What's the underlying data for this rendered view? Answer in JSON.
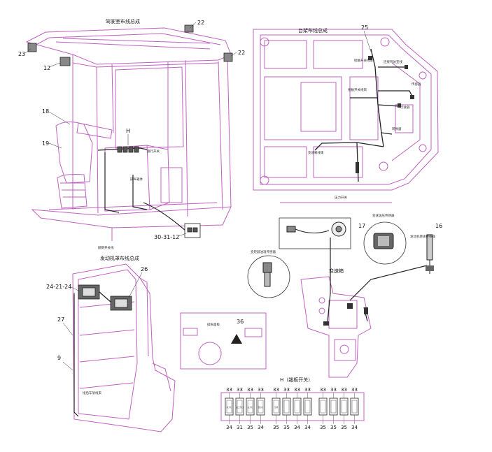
{
  "titles": {
    "cab": "驾驶室布线总成",
    "frame": "台架布线总成",
    "engine_hood": "发动机罩布线总成",
    "transmission": "变速箱",
    "dash_panel": "操纵面板",
    "switch_panel": "H（翘板开关）"
  },
  "callouts": {
    "c23a": "23",
    "c12": "12",
    "c22a": "22",
    "c22b": "22",
    "c18": "18",
    "c19": "19",
    "cH": "H",
    "c30": "30-31-12",
    "c25": "25",
    "c26": "26",
    "c24": "24-21-24",
    "c27": "27",
    "c9": "9",
    "c36": "36",
    "c17": "17",
    "c16": "16"
  },
  "labels": {
    "control_box": "操纵箱体",
    "tilt_switch": "翘行开关",
    "frame_a": "接触开关线束",
    "frame_b": "连接驾驶室线",
    "frame_c": "接触开关线束",
    "frame_d": "传感器",
    "frame_e": "行驶器",
    "frame_f": "转换器",
    "frame_g": "变速箱线束",
    "frame_h": "压力开关",
    "bottom_switch": "翻倒开关线",
    "hood_label": "接后车架线束",
    "sensor_speed": "变速油压传感器",
    "sensor_temp": "变矩器油温传感器",
    "sensor_16": "发动机转速传感器"
  },
  "switch_panel": {
    "top_numbers": [
      "33",
      "33",
      "33",
      "33",
      "33",
      "33",
      "33",
      "33",
      "33",
      "33",
      "33",
      "33"
    ],
    "bottom_numbers": [
      "34",
      "31",
      "35",
      "34",
      "35",
      "35",
      "34",
      "34",
      "35",
      "35",
      "35",
      "34"
    ],
    "switch_labels": [
      "前大灯",
      "后工作灯",
      "后大灯",
      "警示灯",
      "空调",
      "",
      "",
      "",
      "",
      "",
      "",
      ""
    ]
  },
  "colors": {
    "wire_outline": "#c060c0",
    "line": "#333333",
    "harness": "#222222"
  }
}
